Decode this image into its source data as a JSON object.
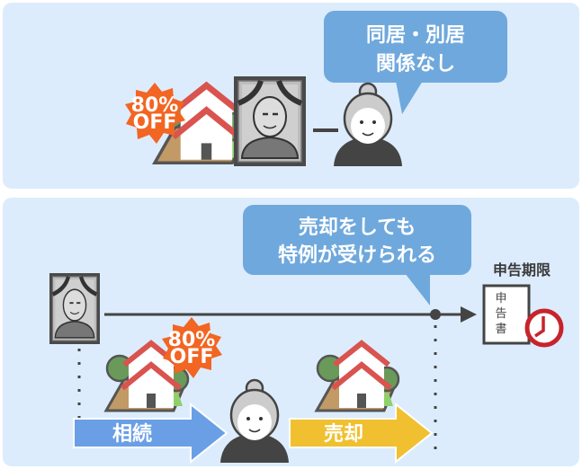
{
  "top_panel": {
    "bubble_line1": "同居・別居",
    "bubble_line2": "関係なし",
    "badge_line1": "80%",
    "badge_line2": "OFF"
  },
  "bottom_panel": {
    "bubble_line1": "売却をしても",
    "bubble_line2": "特例が受けられる",
    "deadline_label": "申告期限",
    "document_text": [
      "申",
      "告",
      "書"
    ],
    "badge_line1": "80%",
    "badge_line2": "OFF",
    "arrow_inherit_label": "相続",
    "arrow_sell_label": "売却"
  },
  "colors": {
    "panel_bg": "#dcecfc",
    "bubble": "#6fa8dc",
    "badge": "#f26522",
    "arrow_blue": "#6a9fe6",
    "arrow_yellow": "#f0c030",
    "clock_red": "#c8232c"
  }
}
